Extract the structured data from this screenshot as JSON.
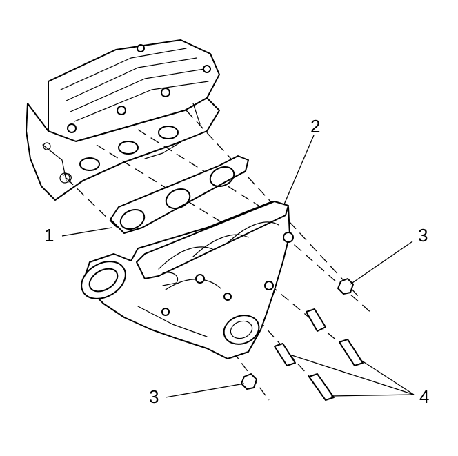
{
  "callouts": [
    {
      "id": "gasket",
      "label": "1"
    },
    {
      "id": "manifold",
      "label": "2"
    },
    {
      "id": "nut-upper",
      "label": "3"
    },
    {
      "id": "nut-lower",
      "label": "3"
    },
    {
      "id": "studs",
      "label": "4"
    }
  ]
}
